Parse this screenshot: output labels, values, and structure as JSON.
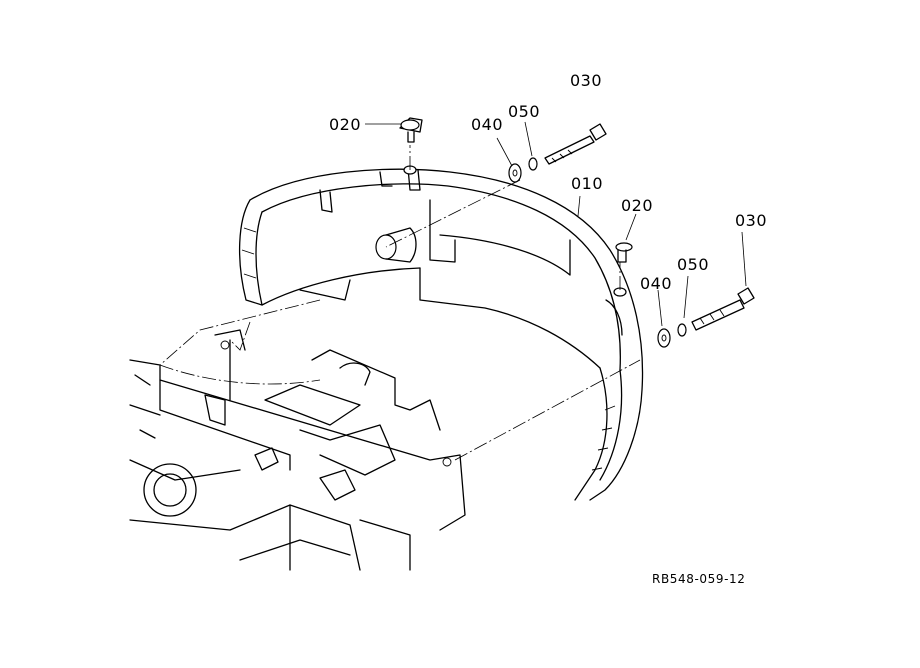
{
  "callouts": {
    "part_010": "010",
    "part_020_top": "020",
    "part_020_right": "020",
    "part_030_top": "030",
    "part_030_right": "030",
    "part_040_top": "040",
    "part_040_right": "040",
    "part_050_top": "050",
    "part_050_right": "050"
  },
  "drawing_id": "RB548-059-12",
  "colors": {
    "ink": "#000000",
    "paper": "#ffffff"
  }
}
